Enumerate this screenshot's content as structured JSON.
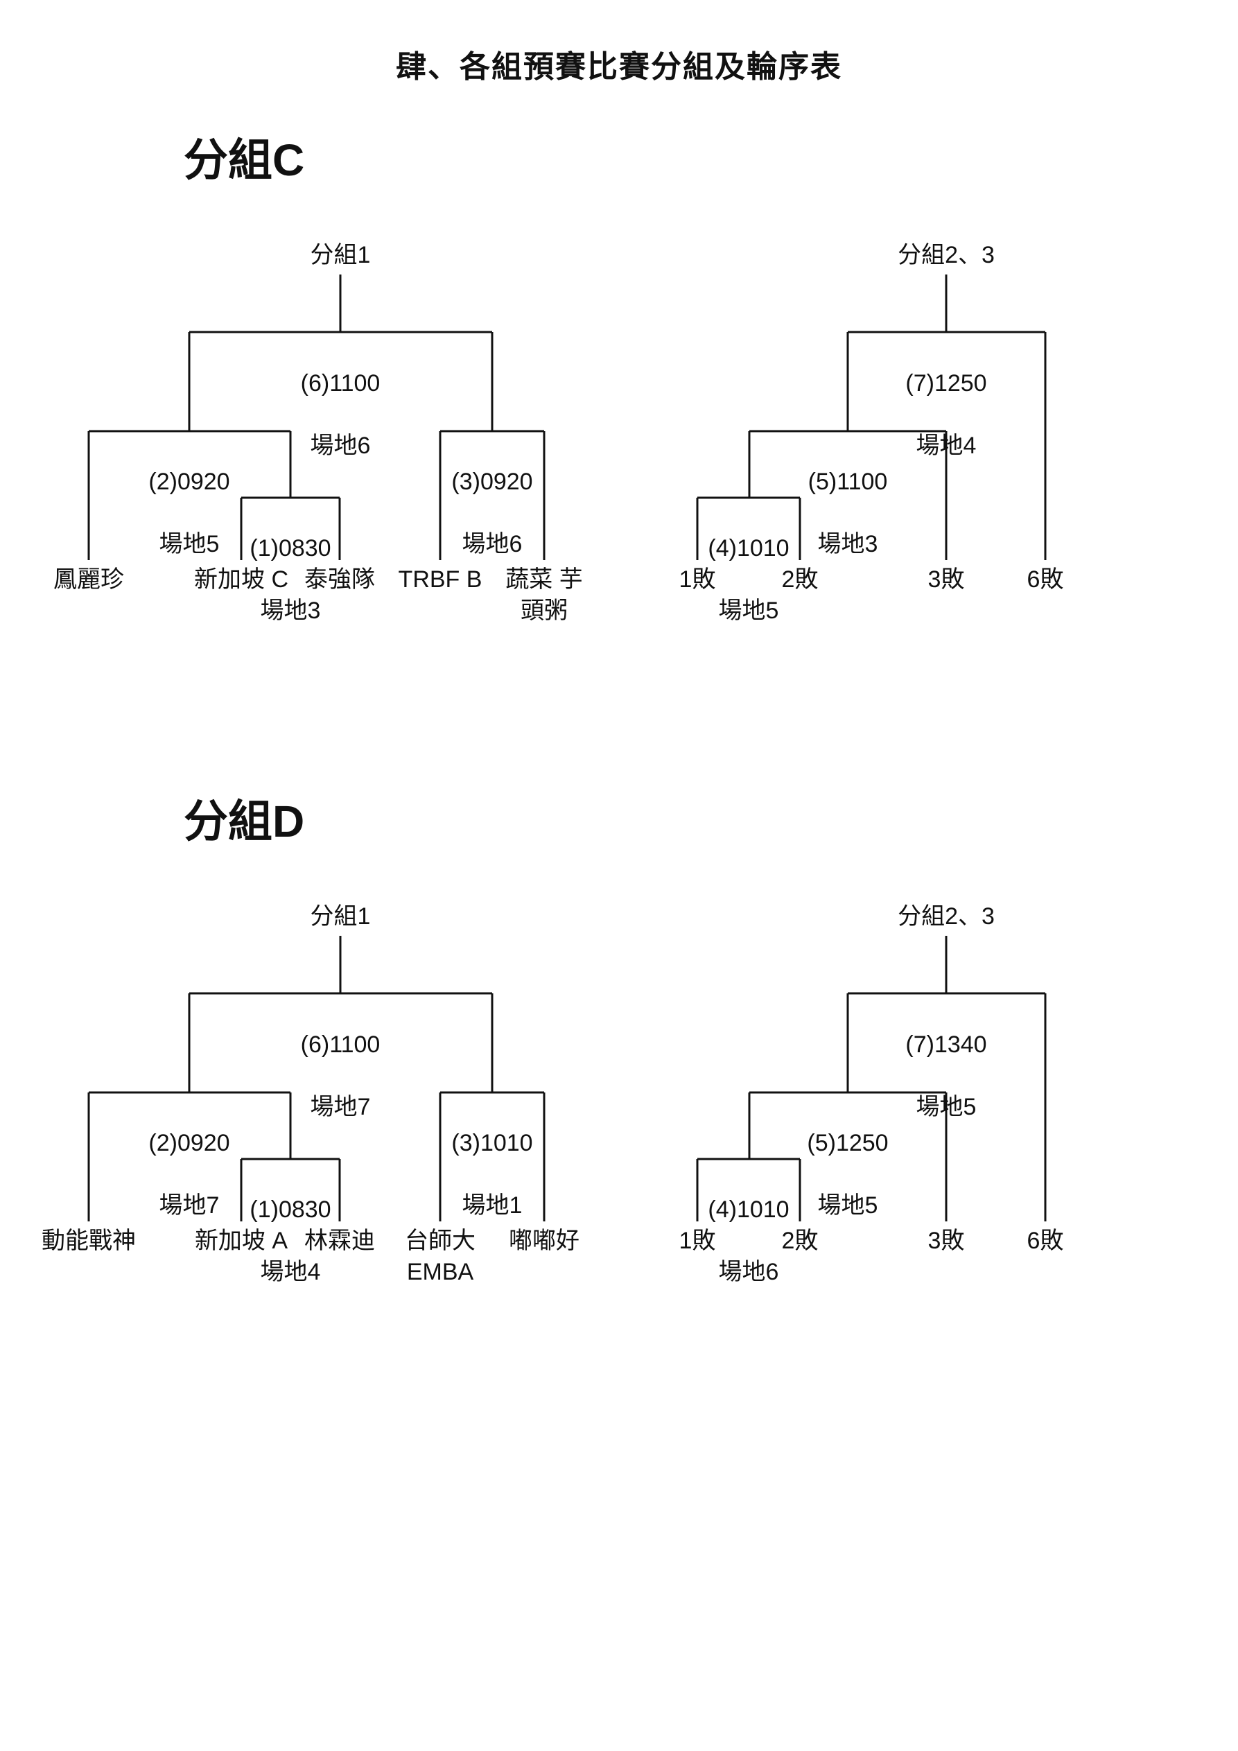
{
  "page_title": "肆、各組預賽比賽分組及輪序表",
  "groups": [
    {
      "heading": "分組C",
      "main": {
        "title": "分組1",
        "final": {
          "code": "(6)1100",
          "court": "場地6"
        },
        "semi_left": {
          "code": "(2)0920",
          "court": "場地5"
        },
        "first": {
          "code": "(1)0830",
          "court": "場地3"
        },
        "semi_right": {
          "code": "(3)0920",
          "court": "場地6"
        },
        "teams": [
          "鳳麗珍",
          "新加坡 C",
          "泰強隊",
          "TRBF B",
          "蔬菜 芋\n頭粥"
        ]
      },
      "consolation": {
        "title": "分組2、3",
        "final": {
          "code": "(7)1250",
          "court": "場地4"
        },
        "semi": {
          "code": "(5)1100",
          "court": "場地3"
        },
        "first": {
          "code": "(4)1010",
          "court": "場地5"
        },
        "slots": [
          "1敗",
          "2敗",
          "3敗",
          "6敗"
        ]
      }
    },
    {
      "heading": "分組D",
      "main": {
        "title": "分組1",
        "final": {
          "code": "(6)1100",
          "court": "場地7"
        },
        "semi_left": {
          "code": "(2)0920",
          "court": "場地7"
        },
        "first": {
          "code": "(1)0830",
          "court": "場地4"
        },
        "semi_right": {
          "code": "(3)1010",
          "court": "場地1"
        },
        "teams": [
          "動能戰神",
          "新加坡 A",
          "林霖迪",
          "台師大\nEMBA",
          "嘟嘟好"
        ]
      },
      "consolation": {
        "title": "分組2、3",
        "final": {
          "code": "(7)1340",
          "court": "場地5"
        },
        "semi": {
          "code": "(5)1250",
          "court": "場地5"
        },
        "first": {
          "code": "(4)1010",
          "court": "場地6"
        },
        "slots": [
          "1敗",
          "2敗",
          "3敗",
          "6敗"
        ]
      }
    }
  ]
}
